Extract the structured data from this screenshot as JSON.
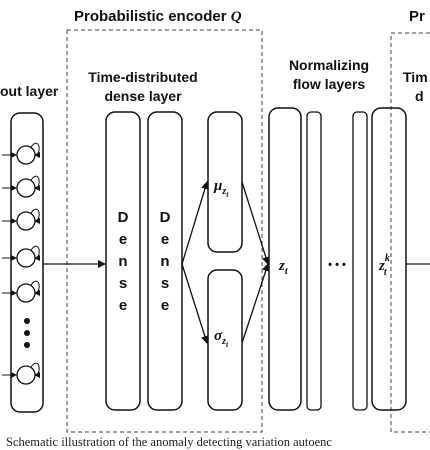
{
  "diagram": {
    "header_encoder": "Probabilistic encoder",
    "header_encoder_symbol": "Q",
    "header_right_partial": "Pr",
    "input_layer_label": "out layer",
    "time_distributed_label_line1": "Time-distributed",
    "time_distributed_label_line2": "dense layer",
    "normalizing_label_line1": "Normalizing",
    "normalizing_label_line2": "flow layers",
    "right_partial_line1": "Tim",
    "right_partial_line2": "d",
    "dense_letters": [
      "D",
      "e",
      "n",
      "s",
      "e"
    ],
    "mu_base": "μ",
    "mu_sub": "z",
    "mu_subsub": "t",
    "sigma_base": "σ",
    "sigma_sub": "z",
    "sigma_subsub": "t",
    "z_base": "z",
    "z_sub": "t",
    "zk_base": "z",
    "zk_sup": "k",
    "zk_sub": "t",
    "ellipsis": "• • •"
  },
  "caption": "Schematic illustration of the anomaly detecting variation autoenc"
}
